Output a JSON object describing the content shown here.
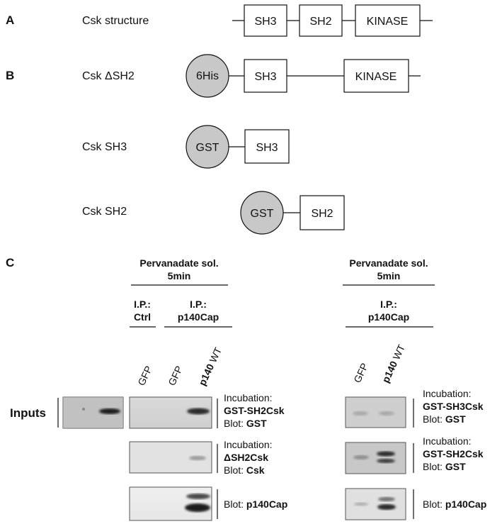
{
  "panels": {
    "a": "A",
    "b": "B",
    "c": "C"
  },
  "panel_a": {
    "name": "Csk structure",
    "domains": [
      "SH3",
      "SH2",
      "KINASE"
    ]
  },
  "panel_b": {
    "constructs": [
      {
        "name": "Csk ΔSH2",
        "tag": "6His",
        "domains": [
          "SH3",
          "KINASE"
        ]
      },
      {
        "name": "Csk SH3",
        "tag": "GST",
        "domains": [
          "SH3"
        ]
      },
      {
        "name": "Csk SH2",
        "tag": "GST",
        "domains": [
          "SH2"
        ]
      }
    ]
  },
  "panel_c": {
    "left": {
      "treatment_line1": "Pervanadate sol.",
      "treatment_line2": "5min",
      "ip_ctrl_line1": "I.P.:",
      "ip_ctrl_line2": "Ctrl",
      "ip_cap_line1": "I.P.:",
      "ip_cap_line2": "p140Cap",
      "lanes": [
        "GFP",
        "GFP"
      ],
      "lane3_bold": "p140",
      "lane3_rest": " WT",
      "inputs_label": "Inputs",
      "blots": [
        {
          "line1": "Incubation:",
          "line2": "GST-SH2Csk",
          "line3_prefix": "Blot: ",
          "line3_bold": "GST"
        },
        {
          "line1": "Incubation:",
          "line2": "ΔSH2Csk",
          "line3_prefix": "Blot: ",
          "line3_bold": "Csk"
        },
        {
          "line1": "",
          "line2": "",
          "line3_prefix": "Blot: ",
          "line3_bold": "p140Cap"
        }
      ]
    },
    "right": {
      "treatment_line1": "Pervanadate sol.",
      "treatment_line2": "5min",
      "ip_line1": "I.P.:",
      "ip_line2": "p140Cap",
      "lanes": [
        "GFP"
      ],
      "lane2_bold": "p140",
      "lane2_rest": " WT",
      "blots": [
        {
          "line1": "Incubation:",
          "line2": "GST-SH3Csk",
          "line3_prefix": "Blot: ",
          "line3_bold": "GST"
        },
        {
          "line1": "Incubation:",
          "line2": "GST-SH2Csk",
          "line3_prefix": "Blot: ",
          "line3_bold": "GST"
        },
        {
          "line1": "",
          "line2": "",
          "line3_prefix": "Blot: ",
          "line3_bold": "p140Cap"
        }
      ]
    }
  }
}
